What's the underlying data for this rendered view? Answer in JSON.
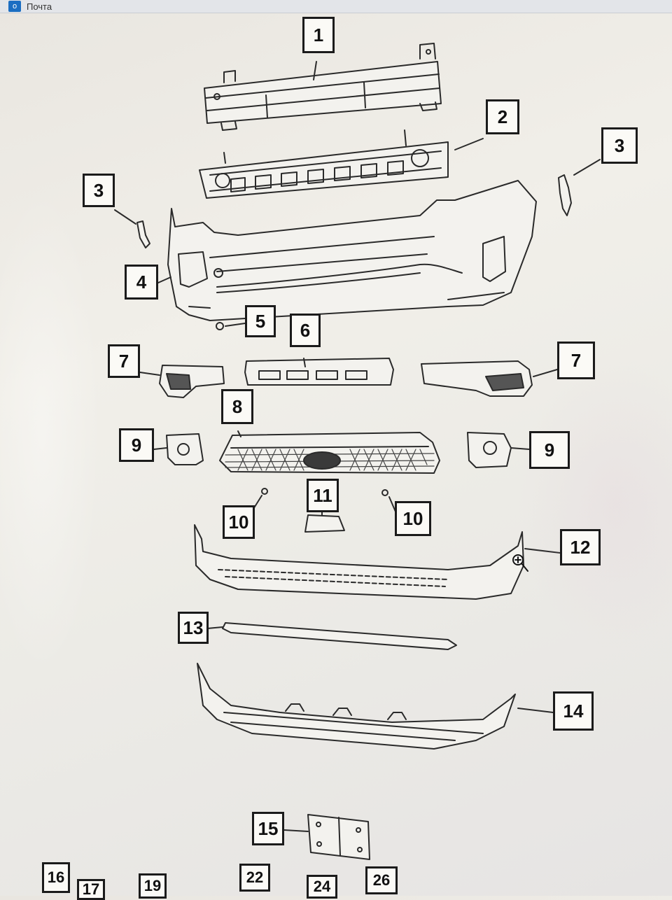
{
  "window": {
    "title": "Почта",
    "app_icon": "outlook-mail-icon"
  },
  "callouts": {
    "c1": "1",
    "c2": "2",
    "c3a": "3",
    "c3b": "3",
    "c4": "4",
    "c5": "5",
    "c6": "6",
    "c7a": "7",
    "c7b": "7",
    "c8": "8",
    "c9a": "9",
    "c9b": "9",
    "c10a": "10",
    "c10b": "10",
    "c11": "11",
    "c12": "12",
    "c13": "13",
    "c14": "14",
    "c15": "15",
    "c16": "16",
    "c17": "17",
    "c19": "19",
    "c22": "22",
    "c24": "24",
    "c26": "26"
  },
  "colors": {
    "line": "#1b1b1b",
    "paper": "#fbfaf6"
  },
  "cursor_icon": "zoom-in-cursor-icon"
}
